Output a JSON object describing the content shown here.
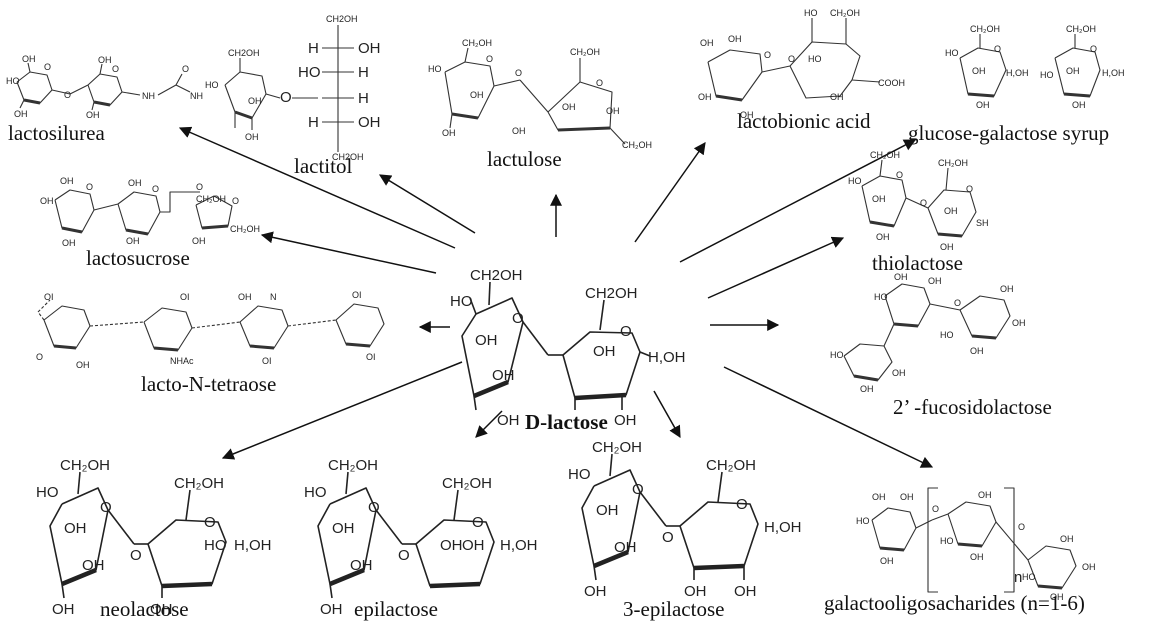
{
  "center": {
    "label": "D-lactose",
    "atoms": [
      "CH2OH",
      "CH2OH",
      "HO",
      "OH",
      "O",
      "OH",
      "O",
      "OH",
      "H,OH",
      "OH",
      "OH"
    ]
  },
  "products": [
    {
      "id": "lactosilurea",
      "label": "lactosilurea"
    },
    {
      "id": "lactitol",
      "label": "lactitol"
    },
    {
      "id": "lactulose",
      "label": "lactulose"
    },
    {
      "id": "lactobionic-acid",
      "label": "lactobionic acid"
    },
    {
      "id": "glucose-galactose-syrup",
      "label": "glucose-galactose syrup"
    },
    {
      "id": "lactosucrose",
      "label": "lactosucrose"
    },
    {
      "id": "thiolactose",
      "label": "thiolactose"
    },
    {
      "id": "lacto-n-tetraose",
      "label": "lacto-N-tetraose"
    },
    {
      "id": "fucosidolactose",
      "label": "2’ -fucosidolactose"
    },
    {
      "id": "neolactose",
      "label": "neolactose"
    },
    {
      "id": "epilactose",
      "label": "epilactose"
    },
    {
      "id": "3-epilactose",
      "label": "3-epilactose"
    },
    {
      "id": "galactooligosacharides",
      "label": "galactooligosacharides (n=1-6)"
    }
  ],
  "lactitol_atoms": [
    "CH2OH",
    "H",
    "OH",
    "HO",
    "H",
    "O",
    "H",
    "H",
    "OH",
    "CH2OH",
    "CH2OH",
    "OH",
    "OH",
    "HO"
  ],
  "gos_subscript": "n",
  "thiolactose_atom": "SH",
  "lactobionic_atom": "COOH",
  "lacto_n_atom": "NHAc"
}
